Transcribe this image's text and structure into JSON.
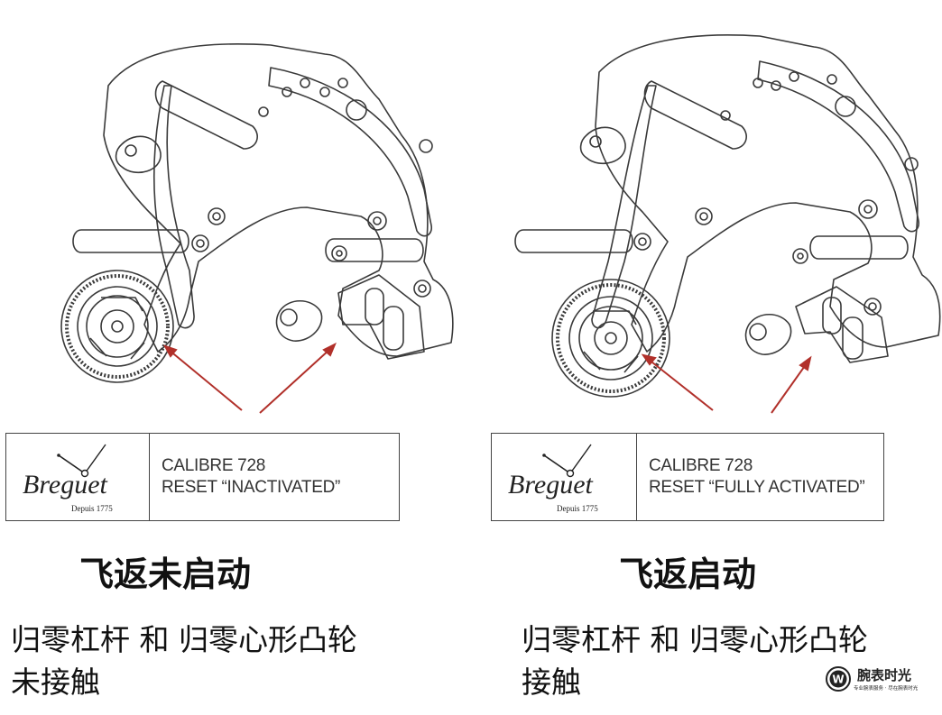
{
  "panels": [
    {
      "label_line1": "CALIBRE 728",
      "label_line2": "RESET “INACTIVATED”",
      "brand": "Breguet",
      "brand_sub": "Depuis 1775",
      "heading": "飞返未启动",
      "desc_line1": "归零杠杆 和 归零心形凸轮",
      "desc_line2": "未接触"
    },
    {
      "label_line1": "CALIBRE 728",
      "label_line2": "RESET “FULLY ACTIVATED”",
      "brand": "Breguet",
      "brand_sub": "Depuis 1775",
      "heading": "飞返启动",
      "desc_line1": "归零杠杆 和 归零心形凸轮",
      "desc_line2": "接触"
    }
  ],
  "watermark": {
    "title": "腕表时光",
    "subtitle": "专业腕表服务 · 尽在腕表时光"
  },
  "colors": {
    "arrow": "#b1302a",
    "line": "#3a3a3a"
  }
}
